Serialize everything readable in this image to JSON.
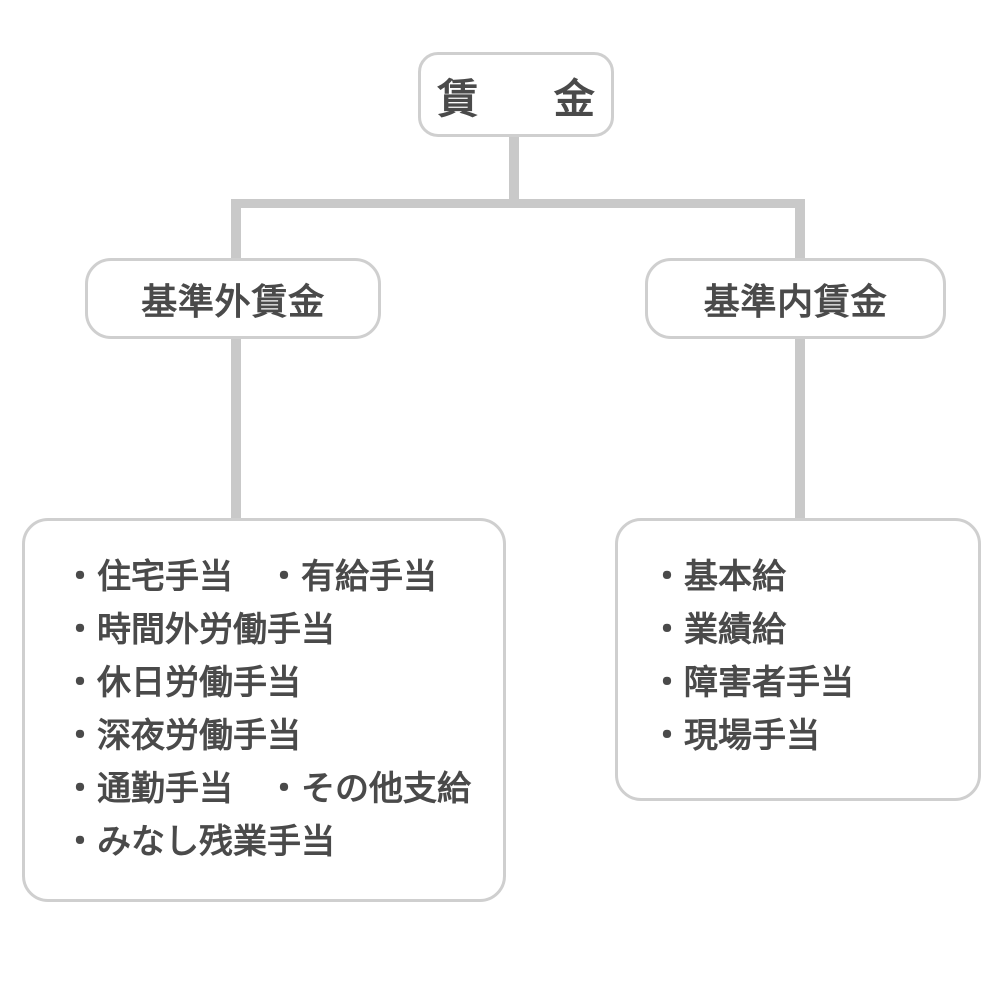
{
  "diagram": {
    "title_text": "賃　金",
    "root": {
      "label": "賃　金"
    },
    "branches": [
      {
        "label": "基準外賃金"
      },
      {
        "label": "基準内賃金"
      }
    ],
    "lists": {
      "left": {
        "items": [
          "・住宅手当　・有給手当",
          "・時間外労働手当",
          "・休日労働手当",
          "・深夜労働手当",
          "・通勤手当　・その他支給",
          "・みなし残業手当"
        ]
      },
      "right": {
        "items": [
          "・基本給",
          "・業績給",
          "・障害者手当",
          "・現場手当"
        ]
      }
    },
    "colors": {
      "background": "#ffffff",
      "border": "#cfcfcf",
      "connector": "#c9c9c9",
      "text": "#4a4a4a"
    }
  }
}
